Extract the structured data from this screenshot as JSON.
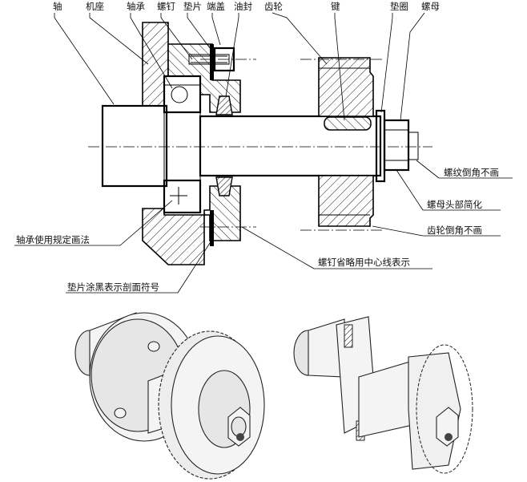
{
  "labels": {
    "shaft": "轴",
    "housing": "机座",
    "bearing": "轴承",
    "screw": "螺钉",
    "gasket": "垫片",
    "end_cover": "端盖",
    "oil_seal": "油封",
    "gear": "齿轮",
    "key": "键",
    "washer": "垫圈",
    "nut": "螺母"
  },
  "annotations": {
    "thread_chamfer": "螺纹倒角不画",
    "nut_head_simplified": "螺母头部简化",
    "gear_chamfer": "齿轮倒角不画",
    "bearing_rule": "轴承使用规定画法",
    "screw_centerline": "螺钉省略用中心线表示",
    "gasket_black": "垫片涂黑表示剖面符号"
  }
}
